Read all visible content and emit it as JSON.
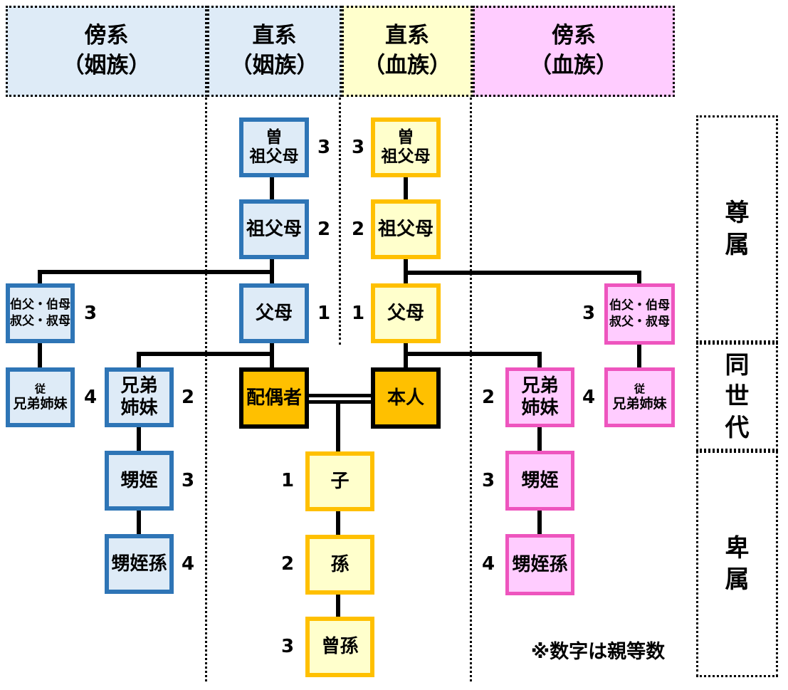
{
  "header": {
    "columns": [
      {
        "id": "collateral-in-law",
        "label": "傍系\n（姻族）"
      },
      {
        "id": "direct-in-law",
        "label": "直系\n（姻族）"
      },
      {
        "id": "direct-blood",
        "label": "直系\n（血族）"
      },
      {
        "id": "collateral-blood",
        "label": "傍系\n（血族）"
      }
    ]
  },
  "generations": [
    {
      "id": "ascendants",
      "label": "尊\n属"
    },
    {
      "id": "same-generation",
      "label": "同\n世\n代"
    },
    {
      "id": "descendants",
      "label": "卑\n属"
    }
  ],
  "nodes": {
    "inlaw_uncles_aunts": {
      "line1": "伯父・伯母",
      "line2": "叔父・叔母",
      "degree": "3"
    },
    "inlaw_cousins": {
      "line1": "従",
      "line2": "兄弟姉妹",
      "degree": "4"
    },
    "inlaw_siblings": {
      "label": "兄弟\n姉妹",
      "degree": "2"
    },
    "inlaw_niblings": {
      "label": "甥姪",
      "degree": "3"
    },
    "inlaw_grandniblings": {
      "label": "甥姪孫",
      "degree": "4"
    },
    "inlaw_great_grandparents": {
      "label": "曽\n祖父母",
      "degree": "3"
    },
    "inlaw_grandparents": {
      "label": "祖父母",
      "degree": "2"
    },
    "inlaw_parents": {
      "label": "父母",
      "degree": "1"
    },
    "spouse": {
      "label": "配偶者"
    },
    "blood_great_grandparents": {
      "label": "曽\n祖父母",
      "degree": "3"
    },
    "blood_grandparents": {
      "label": "祖父母",
      "degree": "2"
    },
    "blood_parents": {
      "label": "父母",
      "degree": "1"
    },
    "self": {
      "label": "本人"
    },
    "child": {
      "label": "子",
      "degree": "1"
    },
    "grandchild": {
      "label": "孫",
      "degree": "2"
    },
    "great_grandchild": {
      "label": "曾孫",
      "degree": "3"
    },
    "blood_siblings": {
      "label": "兄弟\n姉妹",
      "degree": "2"
    },
    "blood_niblings": {
      "label": "甥姪",
      "degree": "3"
    },
    "blood_grandniblings": {
      "label": "甥姪孫",
      "degree": "4"
    },
    "blood_uncles_aunts": {
      "line1": "伯父・伯母",
      "line2": "叔父・叔母",
      "degree": "3"
    },
    "blood_cousins": {
      "line1": "従",
      "line2": "兄弟姉妹",
      "degree": "4"
    }
  },
  "note": {
    "text": "※数字は親等数"
  },
  "colors": {
    "in_law_fill": "#DEEBF7",
    "in_law_border": "#2E75B6",
    "blood_direct_fill": "#FFFFCC",
    "blood_direct_border": "#FFC000",
    "blood_collateral_fill": "#FFCCFF",
    "blood_collateral_border": "#EE55BE",
    "highlight_fill": "#FFC000",
    "highlight_border": "#000000",
    "connector": "#000000"
  }
}
